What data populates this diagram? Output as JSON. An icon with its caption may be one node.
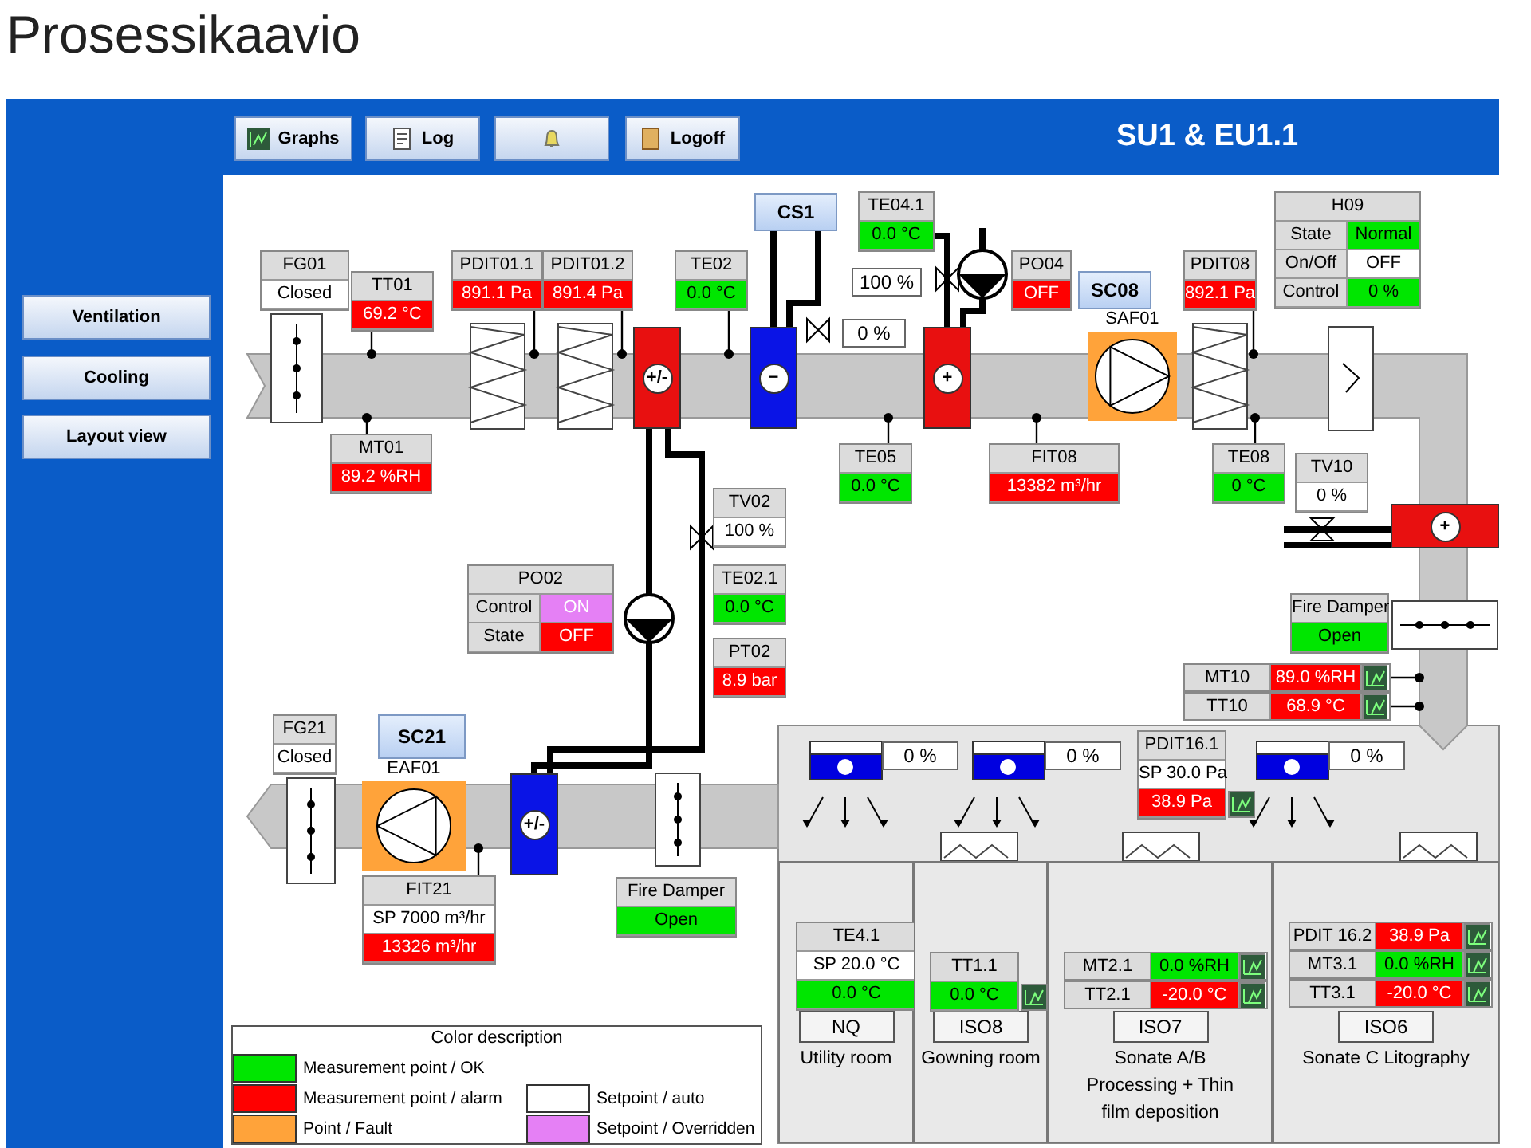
{
  "diagram": {
    "title": "Prosessikaavio",
    "nodes": [
      {
        "text": [
          "FG01",
          "Closed"
        ]
      },
      {
        "text": [
          "TT01",
          "69.2 °C"
        ]
      },
      {
        "text": [
          "MT01",
          "89.2 %RH"
        ]
      },
      {
        "text": [
          "PDIT01.1",
          "891.1 Pa"
        ]
      },
      {
        "text": [
          "PDIT01.2",
          "891.4 Pa"
        ]
      },
      {
        "text": [
          "TE02",
          "0.0 °C"
        ]
      },
      {
        "text": [
          "+/-"
        ]
      },
      {
        "text": [
          "CS1"
        ]
      },
      {
        "text": [
          "−"
        ]
      },
      {
        "text": [
          "TE04.1",
          "0.0 °C"
        ]
      },
      {
        "text": [
          "100 %"
        ]
      },
      {
        "text": [
          "0 %"
        ]
      },
      {
        "text": [
          "TE05",
          "0.0 °C"
        ]
      },
      {
        "text": [
          "+"
        ]
      },
      {
        "text": [
          "PO04",
          "OFF"
        ]
      },
      {
        "text": [
          "SC08"
        ]
      },
      {
        "text": [
          "SAF01"
        ]
      },
      {
        "text": [
          "PDIT08",
          "892.1 Pa"
        ]
      },
      {
        "text": [
          "FIT08",
          "13382 m³/hr"
        ]
      },
      {
        "text": [
          "TE08",
          "0 °C"
        ]
      },
      {
        "text": [
          "H09",
          "State",
          "Normal",
          "On/Off",
          "OFF",
          "Control",
          "0 %"
        ]
      },
      {
        "text": [
          "TV10",
          "0 %"
        ]
      },
      {
        "text": [
          "+"
        ]
      },
      {
        "text": [
          "TV02",
          "100 %"
        ]
      },
      {
        "text": [
          "PO02",
          "Control",
          "ON",
          "State",
          "OFF"
        ]
      },
      {
        "text": [
          "TE02.1",
          "0.0 °C"
        ]
      },
      {
        "text": [
          "PT02",
          "8.9 bar"
        ]
      },
      {
        "text": [
          "Fire Damper",
          "Open"
        ]
      },
      {
        "text": [
          "MT10",
          "89.0 %RH"
        ]
      },
      {
        "text": [
          "TT10",
          "68.9 °C"
        ]
      },
      {
        "text": [
          "FG21",
          "Closed"
        ]
      },
      {
        "text": [
          "SC21"
        ]
      },
      {
        "text": [
          "EAF01"
        ]
      },
      {
        "text": [
          "FIT21",
          "SP 7000 m³/hr",
          "13326 m³/hr"
        ]
      },
      {
        "text": [
          "+/-"
        ]
      },
      {
        "text": [
          "Fire Damper",
          "Open"
        ]
      },
      {
        "text": [
          "0 %"
        ]
      },
      {
        "text": [
          "0 %"
        ]
      },
      {
        "text": [
          "PDIT16.1",
          "SP 30.0 Pa",
          "38.9 Pa"
        ]
      },
      {
        "text": [
          "0 %"
        ]
      },
      {
        "text": [
          "NQ",
          "Utility room"
        ]
      },
      {
        "text": [
          "ISO8",
          "Gowning room"
        ]
      },
      {
        "text": [
          "ISO7",
          "Sonate A/B Processing + Thin film deposition"
        ]
      },
      {
        "text": [
          "ISO6",
          "Sonate C Litography"
        ]
      },
      {
        "text": [
          "TE4.1",
          "SP 20.0 °C",
          "0.0 °C"
        ],
        "in": 40
      },
      {
        "text": [
          "TT1.1",
          "0.0 °C"
        ],
        "in": 41
      },
      {
        "text": [
          "MT2.1",
          "0.0 %RH"
        ],
        "in": 42
      },
      {
        "text": [
          "TT2.1",
          "-20.0 °C"
        ],
        "in": 42
      },
      {
        "text": [
          "PDIT 16.2",
          "38.9 Pa"
        ],
        "in": 43
      },
      {
        "text": [
          "MT3.1",
          "0.0 %RH"
        ],
        "in": 43
      },
      {
        "text": [
          "TT3.1",
          "-20.0 °C"
        ],
        "in": 43
      },
      {
        "text": [],
        "shape": "bar"
      },
      {
        "text": [],
        "shape": "bar"
      },
      {
        "text": [],
        "shape": "circle"
      },
      {
        "text": [],
        "shape": "circle"
      }
    ],
    "edges": [
      {
        "from": 1,
        "to": 51,
        "arrow": "other"
      },
      {
        "from": 2,
        "to": 51,
        "arrow": "other"
      },
      {
        "from": 3,
        "to": 51,
        "arrow": "other"
      },
      {
        "from": 4,
        "to": 51,
        "arrow": "other"
      },
      {
        "from": 5,
        "to": 51,
        "arrow": "other"
      },
      {
        "from": 12,
        "to": 51,
        "arrow": "other"
      },
      {
        "from": 18,
        "to": 51,
        "arrow": "other"
      },
      {
        "from": 17,
        "to": 51,
        "arrow": "other"
      },
      {
        "from": 19,
        "to": 51,
        "arrow": "other"
      },
      {
        "from": 28,
        "to": 51,
        "arrow": "other"
      },
      {
        "from": 29,
        "to": 51,
        "arrow": "other"
      },
      {
        "from": 33,
        "to": 52,
        "arrow": "other"
      },
      {
        "from": 6,
        "to": 54,
        "arrow": "none",
        "style": "thick"
      },
      {
        "from": 6,
        "to": 34,
        "arrow": "none",
        "style": "thick"
      },
      {
        "from": 7,
        "to": 8,
        "arrow": "none",
        "style": "thick"
      },
      {
        "from": 7,
        "to": 8,
        "arrow": "none",
        "style": "thick"
      },
      {
        "from": 13,
        "to": 9,
        "arrow": "none",
        "style": "thick"
      },
      {
        "from": 13,
        "to": 53,
        "arrow": "none",
        "style": "thick"
      },
      {
        "from": 53,
        "to": null,
        "arrow": "none",
        "style": "thick"
      },
      {
        "from": null,
        "to": 22,
        "arrow": "none",
        "style": "thick"
      },
      {
        "from": null,
        "to": 22,
        "arrow": "none",
        "style": "thick"
      },
      {
        "from": 54,
        "to": 34,
        "arrow": "none",
        "style": "thick"
      }
    ],
    "labels": [
      "Graphs",
      "Log",
      "Logoff",
      "SU1 & EU1.1",
      "Ventilation",
      "Cooling",
      "Layout view",
      "Color description"
    ],
    "legend": [
      {
        "text": "Measurement point / OK",
        "color": "#00e600"
      },
      {
        "text": "Measurement point / alarm",
        "color": "#ff0000"
      },
      {
        "text": "Setpoint / auto",
        "color": "#ffffff"
      },
      {
        "text": "Point / Fault",
        "color": "#ffa33a"
      },
      {
        "text": "Setpoint / Overridden",
        "color": "#e580f5"
      }
    ]
  }
}
